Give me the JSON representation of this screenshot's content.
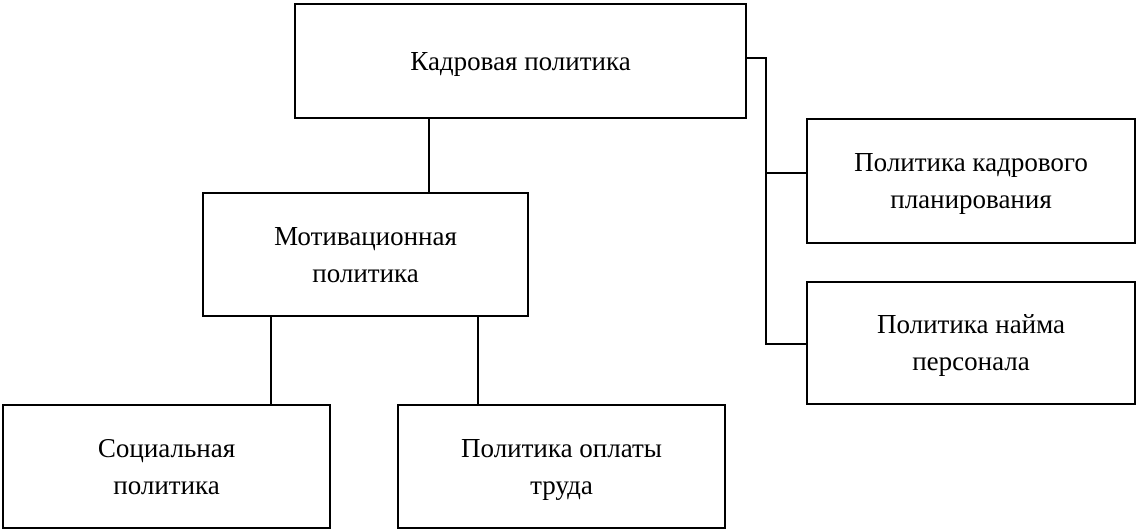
{
  "diagram": {
    "root": {
      "label": "Кадровая политика"
    },
    "planning": {
      "label": "Политика кадрового\nпланирования"
    },
    "hiring": {
      "label": "Политика найма\nперсонала"
    },
    "motivation": {
      "label": "Мотивационная\nполитика"
    },
    "social": {
      "label": "Социальная\nполитика"
    },
    "pay": {
      "label": "Политика оплаты\nтруда"
    }
  },
  "colors": {
    "line": "#000000",
    "box_border": "#000000",
    "background": "#ffffff"
  }
}
